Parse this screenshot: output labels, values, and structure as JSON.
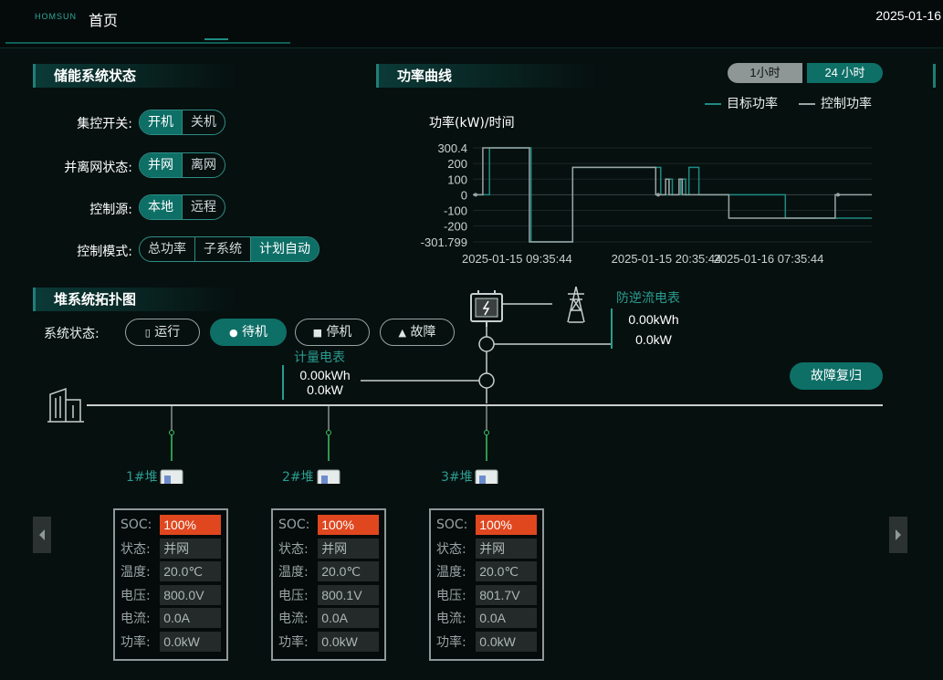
{
  "header": {
    "logo": "HOMSUN",
    "home": "首页",
    "date": "2025-01-16"
  },
  "storage_status": {
    "title": "储能系统状态",
    "rows": [
      {
        "label": "集控开关:",
        "options": [
          "开机",
          "关机"
        ],
        "active": 0
      },
      {
        "label": "并离网状态:",
        "options": [
          "并网",
          "离网"
        ],
        "active": 0
      },
      {
        "label": "控制源:",
        "options": [
          "本地",
          "远程"
        ],
        "active": 0
      },
      {
        "label": "控制模式:",
        "options": [
          "总功率",
          "子系统",
          "计划自动"
        ],
        "active": 2
      }
    ]
  },
  "power_curve": {
    "title": "功率曲线",
    "time_buttons": [
      "1小时",
      "24 小时"
    ],
    "active_time": 1,
    "legend": [
      {
        "name": "目标功率",
        "color": "#1e8b82"
      },
      {
        "name": "控制功率",
        "color": "#9aa4a4"
      }
    ]
  },
  "chart_data": {
    "type": "line",
    "title": "功率(kW)/时间",
    "y_ticks": [
      "300.4",
      "200",
      "100",
      "0",
      "-100",
      "-200",
      "-301.799"
    ],
    "x_ticks": [
      "2025-01-15 09:35:44",
      "2025-01-15 20:35:44",
      "2025-01-16 07:35:44"
    ],
    "ylim": [
      -301.799,
      300.4
    ],
    "x_range_hours": [
      0,
      24
    ],
    "series": [
      {
        "name": "目标功率",
        "color": "#1e8b82",
        "points": [
          [
            0,
            0
          ],
          [
            1.0,
            0
          ],
          [
            1.0,
            300.4
          ],
          [
            3.5,
            300.4
          ],
          [
            3.5,
            -301.799
          ],
          [
            6.0,
            -301.799
          ],
          [
            6.0,
            175
          ],
          [
            11.3,
            175
          ],
          [
            11.3,
            0
          ],
          [
            11.8,
            0
          ],
          [
            11.8,
            100
          ],
          [
            12.0,
            100
          ],
          [
            12.0,
            0
          ],
          [
            12.5,
            0
          ],
          [
            12.5,
            100
          ],
          [
            12.8,
            100
          ],
          [
            12.8,
            0
          ],
          [
            13.0,
            0
          ],
          [
            13.0,
            175
          ],
          [
            13.6,
            175
          ],
          [
            13.6,
            0
          ],
          [
            18.8,
            0
          ],
          [
            18.8,
            -150
          ],
          [
            24,
            -150
          ]
        ]
      },
      {
        "name": "控制功率",
        "color": "#9aa4a4",
        "points": [
          [
            0,
            0
          ],
          [
            0.6,
            0
          ],
          [
            0.6,
            300.4
          ],
          [
            3.4,
            300.4
          ],
          [
            3.4,
            -301.799
          ],
          [
            6.0,
            -301.799
          ],
          [
            6.0,
            175
          ],
          [
            11.0,
            175
          ],
          [
            11.0,
            0
          ],
          [
            11.6,
            0
          ],
          [
            11.6,
            100
          ],
          [
            11.8,
            100
          ],
          [
            11.8,
            0
          ],
          [
            12.4,
            0
          ],
          [
            12.4,
            100
          ],
          [
            12.6,
            100
          ],
          [
            12.6,
            0
          ],
          [
            15.0,
            0
          ],
          [
            15.0,
            0
          ],
          [
            15.4,
            0
          ],
          [
            15.4,
            -150
          ],
          [
            21.8,
            -150
          ],
          [
            21.8,
            0
          ],
          [
            24,
            0
          ]
        ]
      }
    ]
  },
  "topology": {
    "title": "堆系统拓扑图",
    "status_label": "系统状态:",
    "status_pills": [
      "运行",
      "待机",
      "停机",
      "故障"
    ],
    "active_status": 1,
    "anti_backflow": {
      "label": "防逆流电表",
      "energy": "0.00kWh",
      "power": "0.0kW"
    },
    "meter": {
      "label": "计量电表",
      "energy": "0.00kWh",
      "power": "0.0kW"
    },
    "fault_reset": "故障复归",
    "stacks": [
      {
        "name": "1#堆",
        "fields": [
          [
            "SOC",
            "100%"
          ],
          [
            "状态",
            "并网"
          ],
          [
            "温度",
            "20.0℃"
          ],
          [
            "电压",
            "800.0V"
          ],
          [
            "电流",
            "0.0A"
          ],
          [
            "功率",
            "0.0kW"
          ]
        ]
      },
      {
        "name": "2#堆",
        "fields": [
          [
            "SOC",
            "100%"
          ],
          [
            "状态",
            "并网"
          ],
          [
            "温度",
            "20.0℃"
          ],
          [
            "电压",
            "800.1V"
          ],
          [
            "电流",
            "0.0A"
          ],
          [
            "功率",
            "0.0kW"
          ]
        ]
      },
      {
        "name": "3#堆",
        "fields": [
          [
            "SOC",
            "100%"
          ],
          [
            "状态",
            "并网"
          ],
          [
            "温度",
            "20.0℃"
          ],
          [
            "电压",
            "801.7V"
          ],
          [
            "电流",
            "0.0A"
          ],
          [
            "功率",
            "0.0kW"
          ]
        ]
      }
    ]
  }
}
